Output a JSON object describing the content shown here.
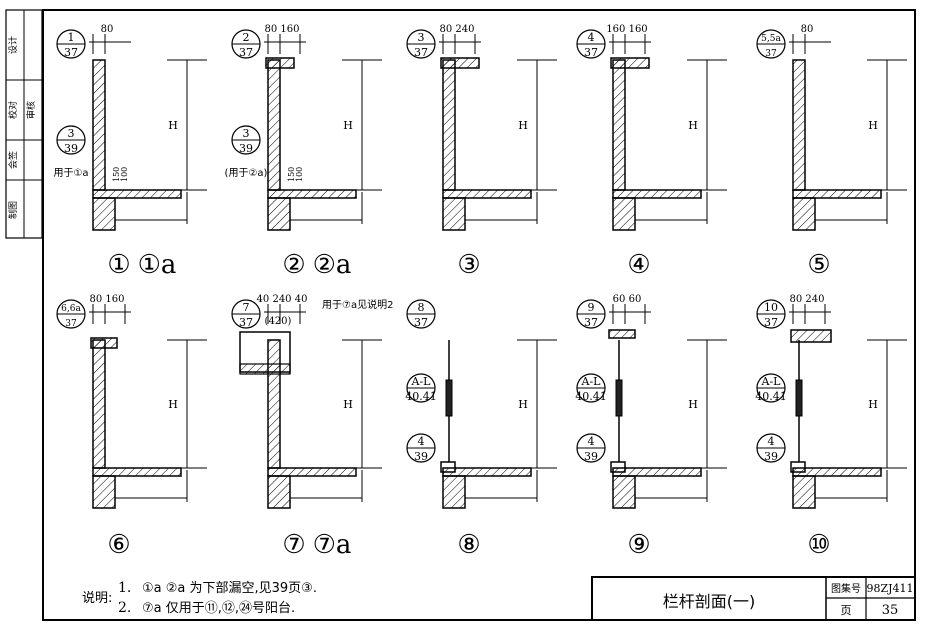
{
  "stamp_cells": [
    "设计",
    "校对",
    "审核",
    "会签",
    "制图"
  ],
  "details": [
    {
      "ref_top": "1",
      "ref_bottom": "37",
      "dims": "80",
      "height_label": "H",
      "nums": [
        "①",
        "①a"
      ],
      "sub_ref_top": "3",
      "sub_ref_bottom": "39",
      "sub_note": "用于①a",
      "small_dims": [
        "150",
        "100"
      ]
    },
    {
      "ref_top": "2",
      "ref_bottom": "37",
      "dims": "80 160",
      "height_label": "H",
      "nums": [
        "②",
        "②a"
      ],
      "sub_ref_top": "3",
      "sub_ref_bottom": "39",
      "sub_note": "(用于②a)",
      "small_dims": [
        "150",
        "100"
      ]
    },
    {
      "ref_top": "3",
      "ref_bottom": "37",
      "dims": "80 240",
      "height_label": "H",
      "nums": [
        "③"
      ]
    },
    {
      "ref_top": "4",
      "ref_bottom": "37",
      "dims": "160 160",
      "height_label": "H",
      "nums": [
        "④"
      ]
    },
    {
      "ref_top": "5,5a",
      "ref_bottom": "37",
      "dims": "80",
      "height_label": "H",
      "nums": [
        "⑤"
      ]
    },
    {
      "ref_top": "6,6a",
      "ref_bottom": "37",
      "dims": "80 160",
      "height_label": "H",
      "nums": [
        "⑥"
      ]
    },
    {
      "ref_top": "7",
      "ref_bottom": "37",
      "dims": "40 240 40",
      "height_label": "H",
      "nums": [
        "⑦",
        "⑦a"
      ],
      "extra_dim": "(420)",
      "note": "用于⑦a见说明2"
    },
    {
      "ref_top": "8",
      "ref_bottom": "37",
      "height_label": "H",
      "nums": [
        "⑧"
      ],
      "rail_ref_top": "A-L",
      "rail_ref_bottom": "40.41",
      "base_ref_top": "4",
      "base_ref_bottom": "39"
    },
    {
      "ref_top": "9",
      "ref_bottom": "37",
      "dims": "60 60",
      "height_label": "H",
      "nums": [
        "⑨"
      ],
      "rail_ref_top": "A-L",
      "rail_ref_bottom": "40.41",
      "base_ref_top": "4",
      "base_ref_bottom": "39"
    },
    {
      "ref_top": "10",
      "ref_bottom": "37",
      "dims": "80 240",
      "height_label": "H",
      "nums": [
        "⑩"
      ],
      "rail_ref_top": "A-L",
      "rail_ref_bottom": "40.41",
      "base_ref_top": "4",
      "base_ref_bottom": "39"
    }
  ],
  "notes": {
    "label": "说明:",
    "line1_num": "1.",
    "line1": "①a ②a 为下部漏空,见39页③.",
    "line2_num": "2.",
    "line2": "⑦a 仅用于⑪,⑫,㉔号阳台."
  },
  "title_block": {
    "title": "栏杆剖面(一)",
    "atlas_label": "图集号",
    "atlas_value": "98ZJ411",
    "page_label": "页",
    "page_value": "35"
  }
}
